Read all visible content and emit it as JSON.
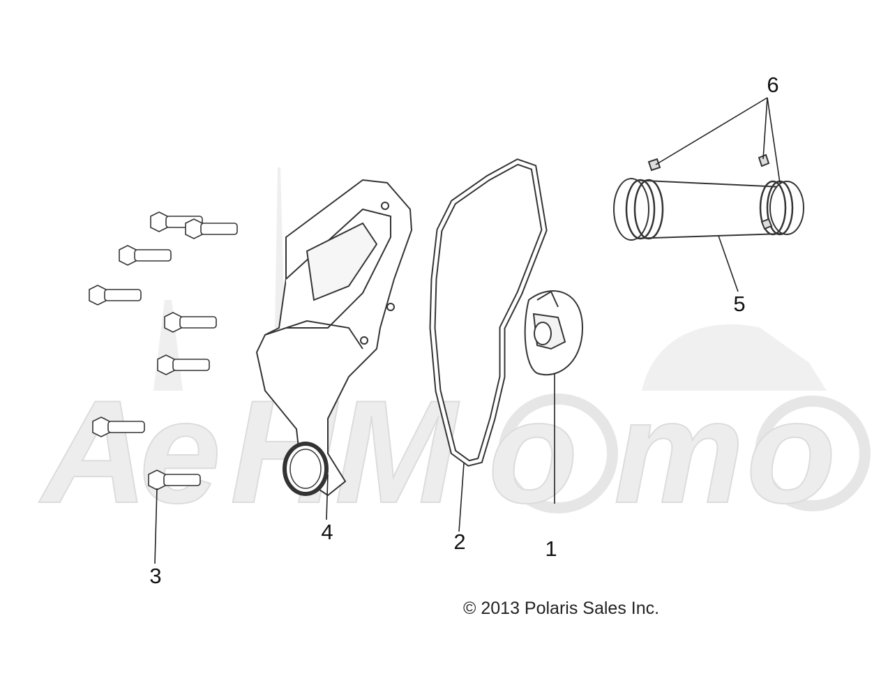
{
  "diagram": {
    "copyright": "© 2013 Polaris Sales Inc.",
    "watermark": {
      "letters": [
        "A",
        "e",
        "H",
        "M",
        "o",
        "m",
        "o"
      ]
    },
    "callouts": [
      {
        "id": "1",
        "label": "1",
        "part": "impeller"
      },
      {
        "id": "2",
        "label": "2",
        "part": "cover-gasket"
      },
      {
        "id": "3",
        "label": "3",
        "part": "flange-bolts"
      },
      {
        "id": "4",
        "label": "4",
        "part": "water-pump-cover"
      },
      {
        "id": "5",
        "label": "5",
        "part": "coolant-tube"
      },
      {
        "id": "6",
        "label": "6",
        "part": "o-rings"
      }
    ]
  }
}
